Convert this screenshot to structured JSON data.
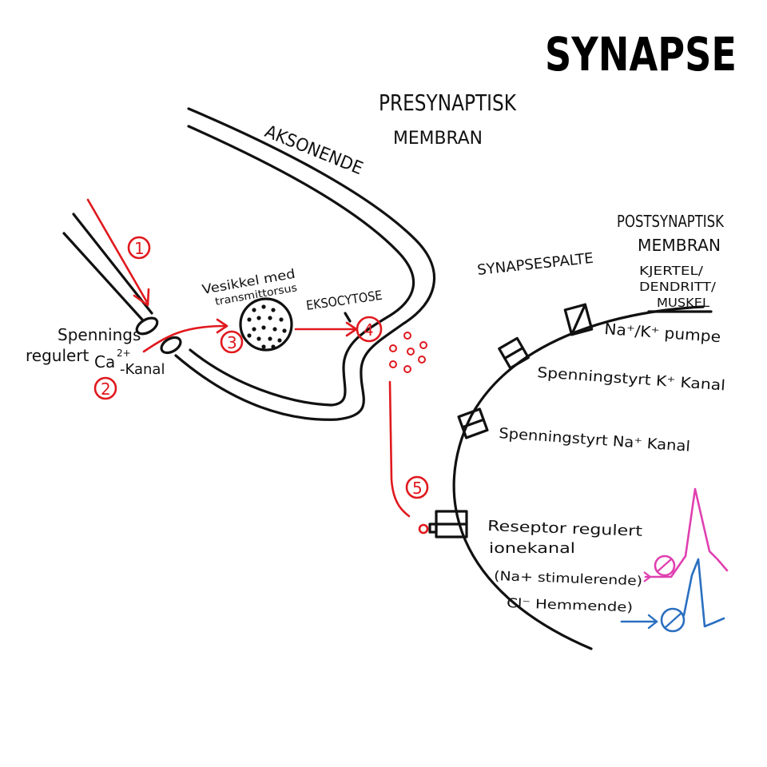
{
  "title": "SYNAPSE",
  "labels": {
    "presynaptisk": "PRESYNAPTISK",
    "membran": "MEMBRAN",
    "aksonende": "AKSONENDE",
    "postsynaptisk": "POSTSYNAPTISK",
    "post_membran": "MEMBRAN",
    "kjertel": "KJERTEL/",
    "dendritt": "DENDRITT/",
    "muskel": "MUSKEL",
    "synapsespalte": "SYNAPSESPALTE",
    "vesikkel_1": "Vesikkel med",
    "vesikkel_2": "transmittorsus",
    "eksocytose": "EKSOCYTOSE",
    "spennings": "Spennings",
    "regulert": "regulert",
    "ca": "Ca",
    "ca_sup": "2+",
    "kanal": "-Kanal",
    "pumpe": "Na⁺/K⁺ pumpe",
    "k_kanal": "Spenningstyrt K⁺ Kanal",
    "na_kanal": "Spenningstyrt Na⁺ Kanal",
    "reseptor_1": "Reseptor regulert",
    "reseptor_2": "ionekanal",
    "na_stim": "(Na+ stimulerende)",
    "cl_hem": "Cl⁻ Hemmende)"
  },
  "steps": [
    "1",
    "2",
    "3",
    "4",
    "5"
  ],
  "colors": {
    "ink": "#111111",
    "red": "#e0191e",
    "pink": "#e040b0",
    "blue": "#2a6fc0"
  }
}
